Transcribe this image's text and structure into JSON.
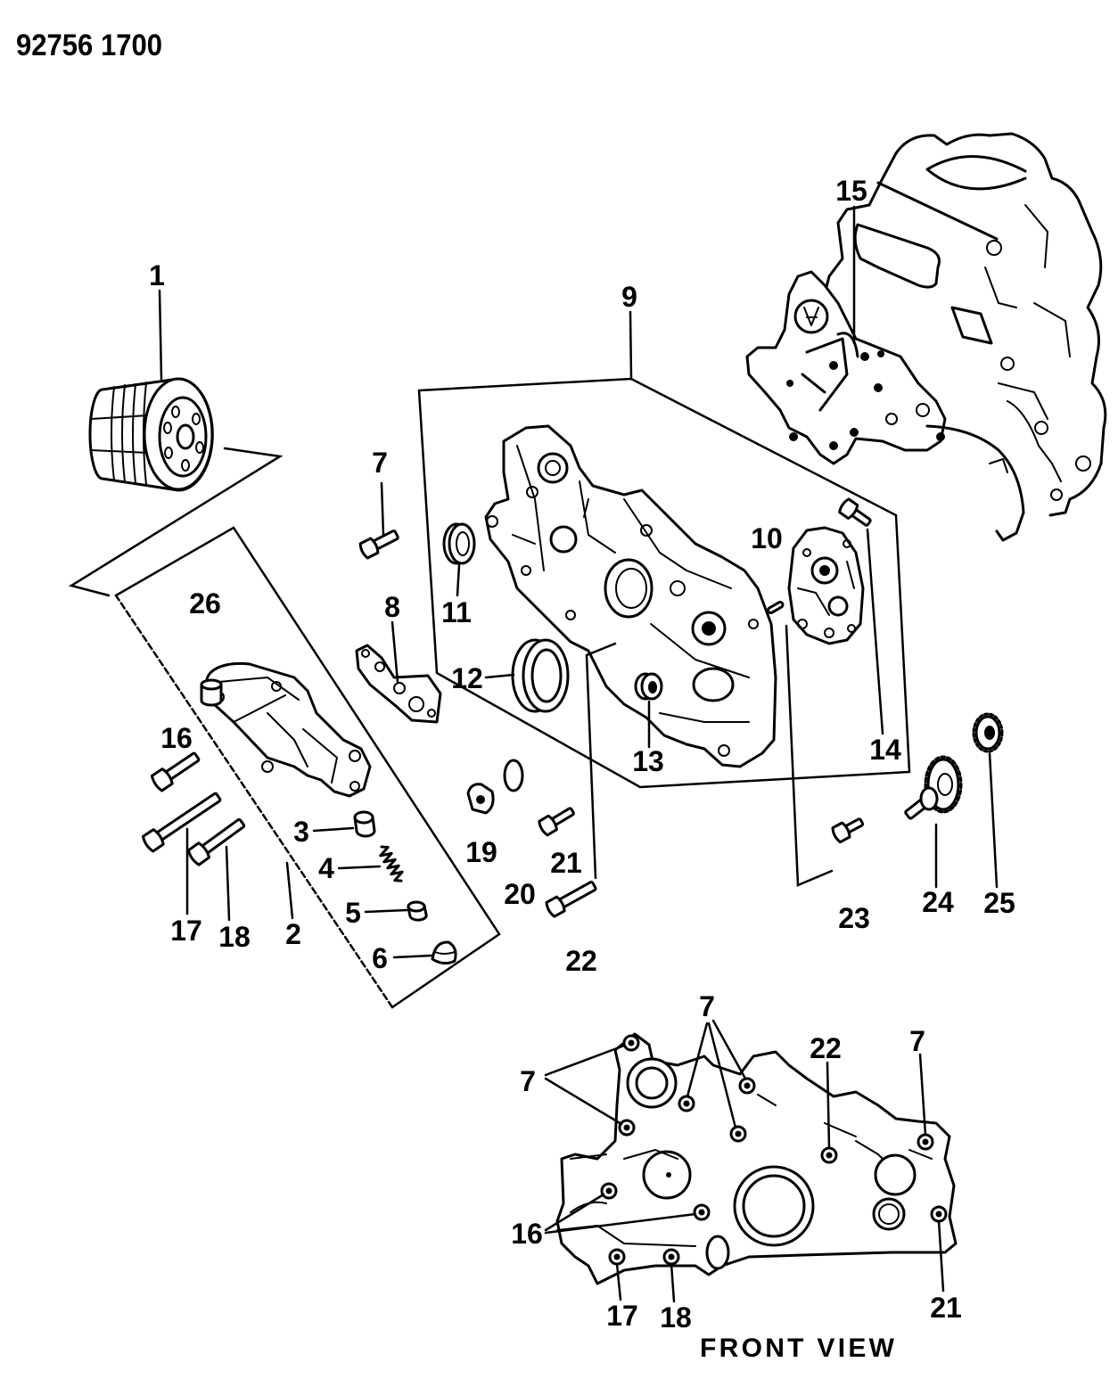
{
  "header": {
    "diagram_code": "92756 1700"
  },
  "exploded_view": {
    "callouts": [
      "1",
      "9",
      "15",
      "7",
      "26",
      "8",
      "10",
      "11",
      "12",
      "13",
      "14",
      "16",
      "3",
      "4",
      "5",
      "6",
      "17",
      "18",
      "2",
      "19",
      "20",
      "21",
      "22",
      "23",
      "24",
      "25"
    ]
  },
  "front_view": {
    "title": "FRONT VIEW",
    "callouts": [
      "7",
      "7",
      "22",
      "7",
      "16",
      "17",
      "18",
      "21"
    ]
  },
  "colors": {
    "ink": "#000000",
    "paper": "#ffffff"
  }
}
